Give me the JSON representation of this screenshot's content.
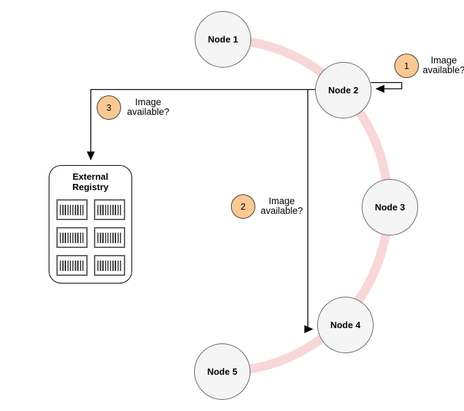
{
  "diagram_type": "node-cycle-with-external-registry",
  "nodes": [
    {
      "label": "Node 1"
    },
    {
      "label": "Node 2"
    },
    {
      "label": "Node 3"
    },
    {
      "label": "Node 4"
    },
    {
      "label": "Node 5"
    }
  ],
  "registry": {
    "title": "External Registry",
    "icon": "barcode-icon",
    "barcode_count": 6
  },
  "steps": [
    {
      "number": "1",
      "label": "Image available?"
    },
    {
      "number": "2",
      "label": "Image available?"
    },
    {
      "number": "3",
      "label": "Image available?"
    }
  ],
  "colors": {
    "background": "#ffffff",
    "cycle_arc": "#f8d7d7",
    "node_fill": "#f5f5f5",
    "node_stroke": "#666666",
    "step_badge_fill": "#fac993",
    "step_badge_stroke": "#3f3a33",
    "connector_line": "#000000",
    "barcode_border": "#666666"
  }
}
